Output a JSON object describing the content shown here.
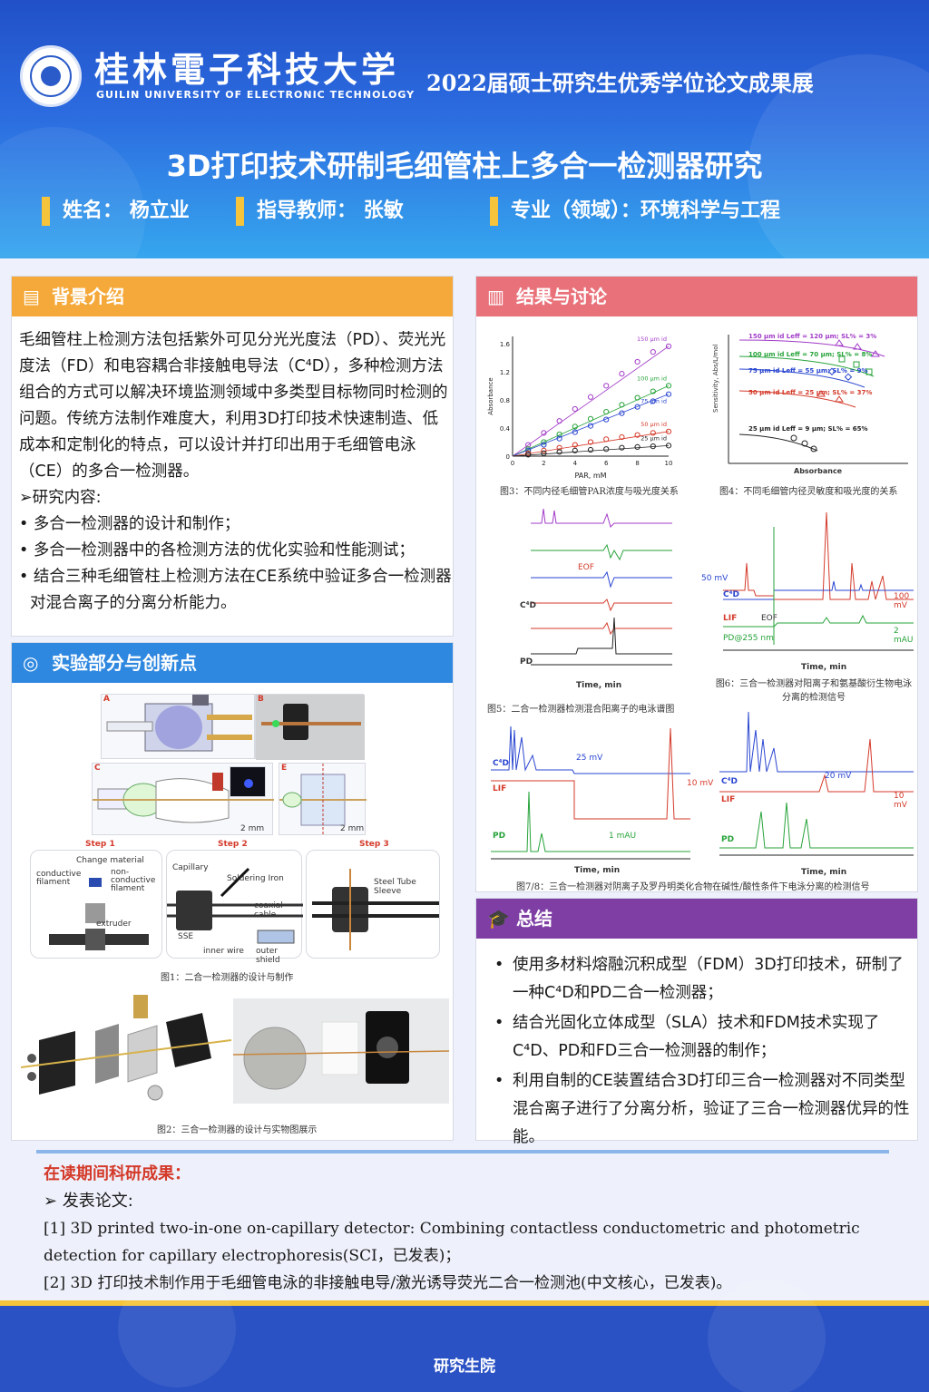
{
  "header": {
    "university_cn": "桂林電子科技大学",
    "university_en": "GUILIN UNIVERSITY OF ELECTRONIC TECHNOLOGY",
    "exhibition": "2022届硕士研究生优秀学位论文成果展",
    "title": "3D打印技术研制毛细管柱上多合一检测器研究",
    "name_label": "姓名：",
    "name": "杨立业",
    "advisor_label": "指导教师：",
    "advisor": "张敏",
    "major_label": "专业（领域）：",
    "major": "环境科学与工程",
    "accent": "#f5c43b"
  },
  "background": {
    "heading": "背景介绍",
    "paragraph": "毛细管柱上检测方法包括紫外可见分光光度法（PD）、荧光光度法（FD）和电容耦合非接触电导法（C⁴D），多种检测方法组合的方式可以解决环境监测领域中多类型目标物同时检测的问题。传统方法制作难度大，利用3D打印技术快速制造、低成本和定制化的特点，可以设计并打印出用于毛细管电泳（CE）的多合一检测器。",
    "research_label": "➢研究内容:",
    "items": [
      "• 多合一检测器的设计和制作；",
      "• 多合一检测器中的各检测方法的优化实验和性能测试；",
      "• 结合三种毛细管柱上检测方法在CE系统中验证多合一检测器对混合离子的分离分析能力。"
    ]
  },
  "experiment": {
    "heading": "实验部分与创新点",
    "fig1_caption": "图1：二合一检测器的设计与制作",
    "fig2_caption": "图2：三合一检测器的设计与实物图展示",
    "step1": "Step 1",
    "step2": "Step 2",
    "step3": "Step 3",
    "change_material": "Change material",
    "conductive": "conductive filament",
    "nonconductive": "non-conductive filament",
    "extruder": "extruder",
    "capillary": "Capillary",
    "soldering": "Soldering Iron",
    "coaxial": "coaxial cable",
    "sse": "SSE",
    "inner_wire": "inner wire",
    "outer_shield": "outer shield",
    "steel_sleeve": "Steel Tube Sleeve",
    "scale": "2 mm"
  },
  "results": {
    "heading": "结果与讨论",
    "fig3_caption": "图3：不同内径毛细管PAR浓度与吸光度关系",
    "fig4_caption": "图4：不同毛细管内径灵敏度和吸光度的关系",
    "fig5_caption": "图5：二合一检测器检测混合阳离子的电泳谱图",
    "fig6_caption": "图6：三合一检测器对阳离子和氨基酸衍生物电泳分离的检测信号",
    "fig78_caption": "图7/8：三合一检测器对阴离子及罗丹明类化合物在碱性/酸性条件下电泳分离的检测信号",
    "fig3_xlabel": "PAR, mM",
    "fig3_ylabel": "Absorbance",
    "fig3_series": [
      "150 μm id",
      "100 μm id",
      "75 μm id",
      "50 μm id",
      "25 μm id"
    ],
    "fig4_xlabel": "Absorbance",
    "fig4_ylabel": "Sensitivity, Abs/L/mol",
    "fig4_series": [
      "150 μm id   Leff = 120 μm; SL% = 3%",
      "100 μm id   Leff = 70 μm; SL% = 8%",
      "75 μm id   Leff = 55 μm; SL% = 9%",
      "50 μm id   Leff = 25 μm; SL% = 37%",
      "25 μm id   Leff = 9 μm; SL% = 65%"
    ],
    "time_label": "Time, min",
    "c4d": "C⁴D",
    "pd": "PD",
    "lif": "LIF",
    "eof": "EOF",
    "mv50": "50 mV",
    "mv100": "100 mV",
    "mau2": "2 mAU",
    "mv25": "25 mV",
    "mv10": "10 mV",
    "mau1": "1 mAU",
    "mv20": "20 mV",
    "pd255": "PD@255 nm"
  },
  "summary": {
    "heading": "总结",
    "items": [
      "使用多材料熔融沉积成型（FDM）3D打印技术，研制了一种C⁴D和PD二合一检测器；",
      "结合光固化立体成型（SLA）技术和FDM技术实现了C⁴D、PD和FD三合一检测器的制作；",
      "利用自制的CE装置结合3D打印三合一检测器对不同类型混合离子进行了分离分析，验证了三合一检测器优异的性能。"
    ]
  },
  "research": {
    "title": "在读期间科研成果：",
    "sub": "➢ 发表论文:",
    "pub1": "[1] 3D printed two-in-one on-capillary detector: Combining contactless conductometric and photometric detection for capillary electrophoresis(SCI，已发表)；",
    "pub2": "[2] 3D 打印技术制作用于毛细管电泳的非接触电导/激光诱导荧光二合一检测池(中文核心，已发表)。"
  },
  "footer": {
    "text": "研究生院"
  },
  "chart_data": [
    {
      "type": "scatter",
      "xlabel": "PAR, mM",
      "ylabel": "Absorbance",
      "xlim": [
        0,
        10
      ],
      "ylim": [
        0,
        1.7
      ],
      "x_ticks": [
        0,
        2,
        4,
        6,
        8,
        10
      ],
      "y_ticks": [
        0,
        0.4,
        0.8,
        1.2,
        1.6
      ],
      "series": [
        {
          "name": "150 μm id",
          "color": "#a23cc8",
          "x": [
            0,
            1,
            2,
            3,
            4,
            5,
            6,
            7,
            8,
            9,
            10
          ],
          "y": [
            0,
            0.16,
            0.33,
            0.5,
            0.67,
            0.84,
            1.0,
            1.17,
            1.34,
            1.48,
            1.56
          ]
        },
        {
          "name": "100 μm id",
          "color": "#27a33a",
          "x": [
            0,
            1,
            2,
            3,
            4,
            5,
            6,
            7,
            8,
            9,
            10
          ],
          "y": [
            0,
            0.1,
            0.2,
            0.31,
            0.42,
            0.53,
            0.63,
            0.73,
            0.83,
            0.92,
            1.0
          ]
        },
        {
          "name": "75 μm id",
          "color": "#2a46d0",
          "x": [
            0,
            1,
            2,
            3,
            4,
            5,
            6,
            7,
            8,
            9,
            10
          ],
          "y": [
            0,
            0.08,
            0.16,
            0.25,
            0.34,
            0.43,
            0.52,
            0.61,
            0.7,
            0.78,
            0.88
          ]
        },
        {
          "name": "50 μm id",
          "color": "#d43a2a",
          "x": [
            0,
            1,
            2,
            3,
            4,
            5,
            6,
            7,
            8,
            9,
            10
          ],
          "y": [
            0,
            0.04,
            0.08,
            0.12,
            0.16,
            0.2,
            0.24,
            0.27,
            0.3,
            0.33,
            0.35
          ]
        },
        {
          "name": "25 μm id",
          "color": "#222222",
          "x": [
            0,
            1,
            2,
            3,
            4,
            5,
            6,
            7,
            8,
            9,
            10
          ],
          "y": [
            0,
            0.02,
            0.04,
            0.06,
            0.08,
            0.09,
            0.1,
            0.12,
            0.13,
            0.14,
            0.15
          ]
        }
      ]
    }
  ]
}
